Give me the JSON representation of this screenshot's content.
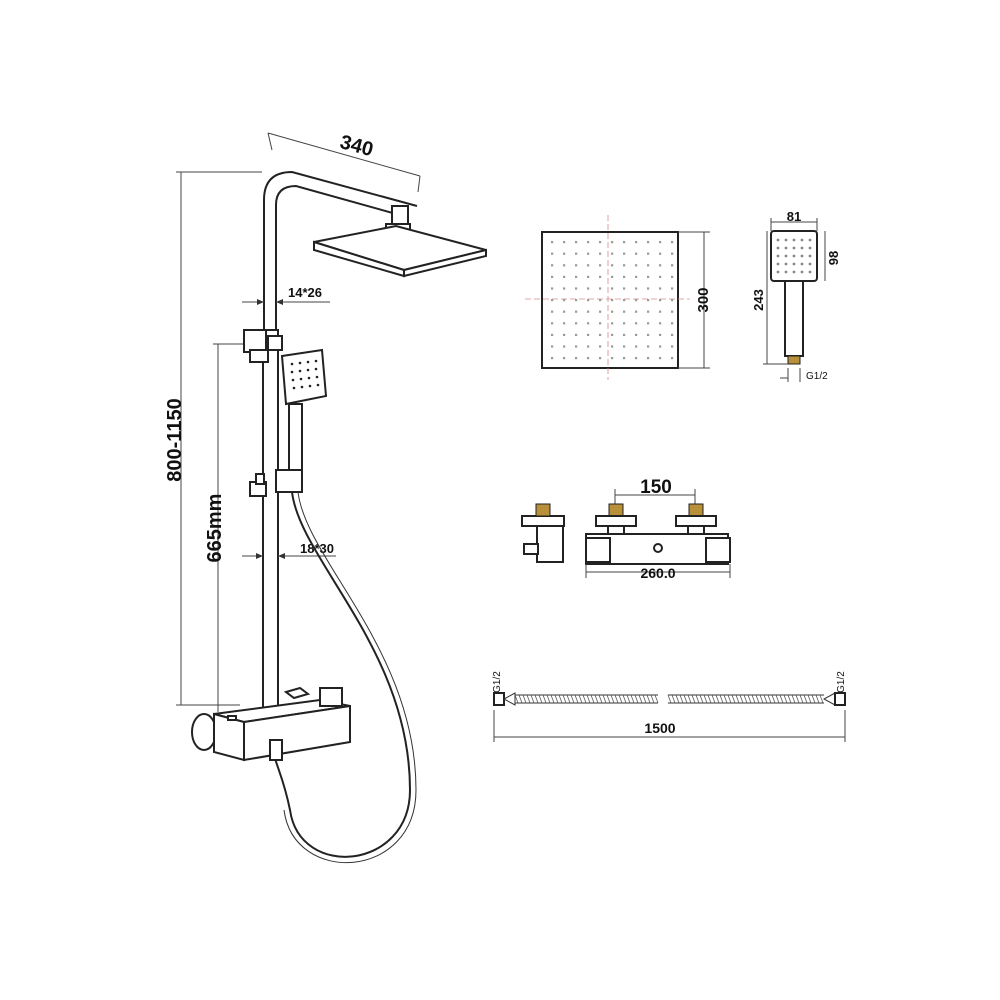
{
  "dimensions": {
    "arm_length": "340",
    "total_height": "800-1150",
    "rail_height": "665mm",
    "upper_tube": "14*26",
    "lower_tube": "18*30",
    "head_size": "300",
    "handset_width": "81",
    "handset_face_height": "98",
    "handset_length": "243",
    "handset_thread": "G1/2",
    "valve_centres": "150",
    "valve_width": "260.0",
    "hose_length": "1500",
    "hose_thread_left": "G1/2",
    "hose_thread_right": "G1/2"
  },
  "colors": {
    "line": "#222222",
    "brass": "#b9903a",
    "background": "#ffffff"
  }
}
